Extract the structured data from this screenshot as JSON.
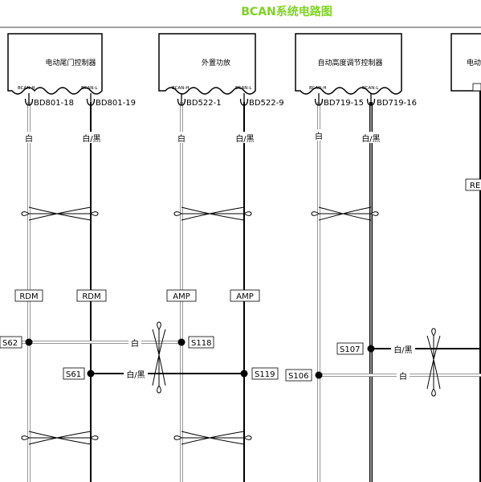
{
  "title": "BCAN系统电路图",
  "ecus": [
    {
      "name": "电动尾门控制器",
      "pin_h": "BCAN-H",
      "pin_l": "BCAN-L",
      "conn_h": "BD801-18",
      "conn_l": "BD801-19"
    },
    {
      "name": "外置功放",
      "pin_h": "BCAN-H",
      "pin_l": "BCAN-L",
      "conn_h": "BD522-1",
      "conn_l": "BD522-9"
    },
    {
      "name": "自动高度调节控制器",
      "pin_h": "BCAN-H",
      "pin_l": "BCAN-L",
      "conn_h": "BD719-15",
      "conn_l": "BD719-16"
    },
    {
      "name": "电动",
      "pin_h": "",
      "pin_l": "",
      "conn_h": "",
      "conn_l": ""
    }
  ],
  "wire_colors": {
    "h": "白",
    "l": "白/黑"
  },
  "harness_tags": {
    "rdm_h": "RDM",
    "rdm_l": "RDM",
    "amp_h": "AMP",
    "amp_l": "AMP",
    "re": "RE"
  },
  "splices": {
    "s62": "S62",
    "s118": "S118",
    "s61": "S61",
    "s119": "S119",
    "s107": "S107",
    "s106": "S106"
  },
  "jumper_colors": {
    "top_left": "白",
    "bottom_left": "白/黑",
    "top_right": "白/黑",
    "bottom_right": "白"
  }
}
